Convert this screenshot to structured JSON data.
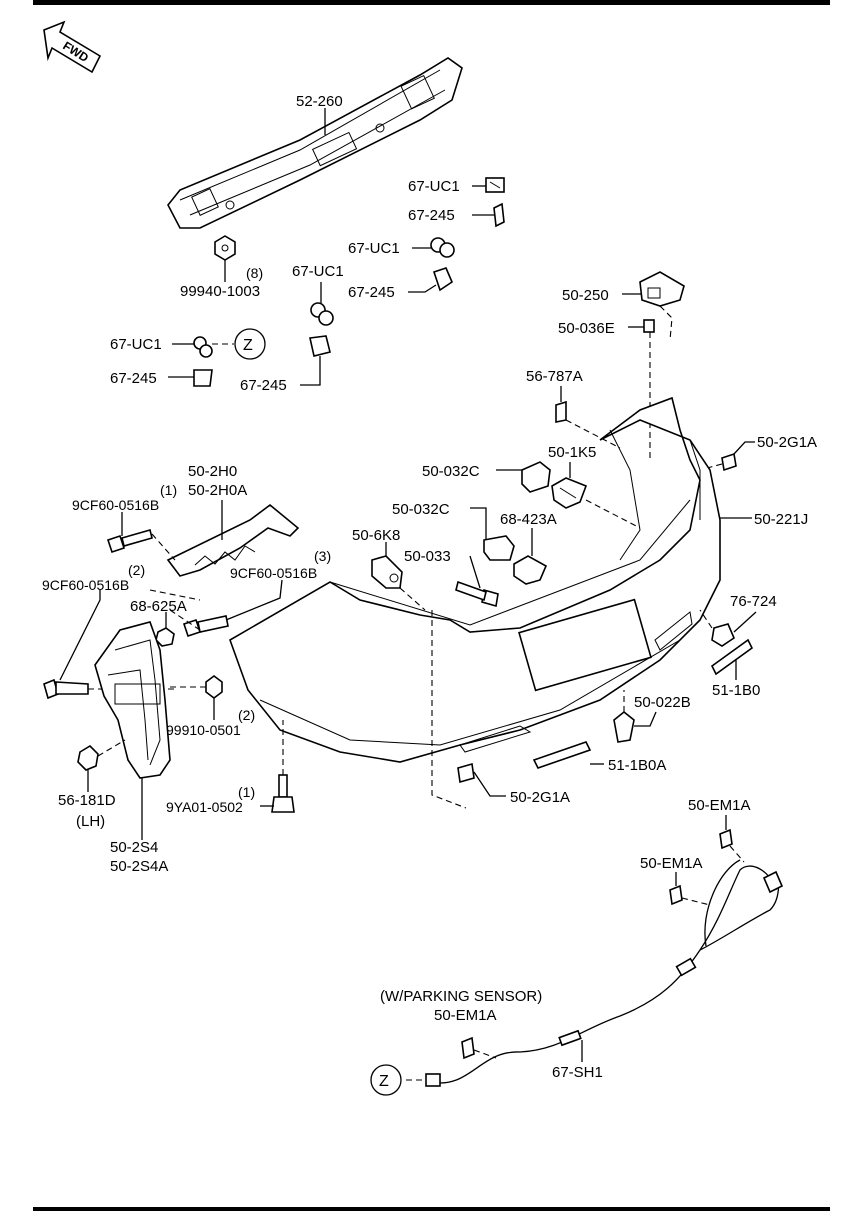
{
  "orientation": {
    "fwd_label": "FWD"
  },
  "labels": {
    "l_52_260": "52-260",
    "l_99940": "99940-1003",
    "l_q8": "(8)",
    "l_67uc1_a": "67-UC1",
    "l_67245_a": "67-245",
    "l_67uc1_b": "67-UC1",
    "l_67245_b": "67-245",
    "l_67uc1_c": "67-UC1",
    "l_67245_c": "67-245",
    "l_67uc1_d": "67-UC1",
    "l_67245_d": "67-245",
    "l_z1": "Z",
    "l_50_250": "50-250",
    "l_50_036e": "50-036E",
    "l_56_787a": "56-787A",
    "l_50_2g1a_a": "50-2G1A",
    "l_50_1k5": "50-1K5",
    "l_50_032c_a": "50-032C",
    "l_50_2h0": "50-2H0",
    "l_50_2h0a": "50-2H0A",
    "l_q1a": "(1)",
    "l_9cf_a": "9CF60-0516B",
    "l_50_032c_b": "50-032C",
    "l_68_423a": "68-423A",
    "l_50_221j": "50-221J",
    "l_50_6k8": "50-6K8",
    "l_q2a": "(2)",
    "l_q3": "(3)",
    "l_9cf_b": "9CF60-0516B",
    "l_9cf_c": "9CF60-0516B",
    "l_50_033": "50-033",
    "l_68_625a": "68-625A",
    "l_76_724": "76-724",
    "l_51_1b0": "51-1B0",
    "l_50_022b": "50-022B",
    "l_99910": "99910-0501",
    "l_q2b": "(2)",
    "l_51_1b0a": "51-1B0A",
    "l_q1b": "(1)",
    "l_9ya": "9YA01-0502",
    "l_56_181d": "56-181D",
    "l_lh": "(LH)",
    "l_50_2g1a_b": "50-2G1A",
    "l_50_2s4": "50-2S4",
    "l_50_2s4a": "50-2S4A",
    "l_50_em1a_a": "50-EM1A",
    "l_50_em1a_b": "50-EM1A",
    "l_wps": "(W/PARKING SENSOR)",
    "l_50_em1a_c": "50-EM1A",
    "l_z2": "Z",
    "l_67_sh1": "67-SH1"
  }
}
